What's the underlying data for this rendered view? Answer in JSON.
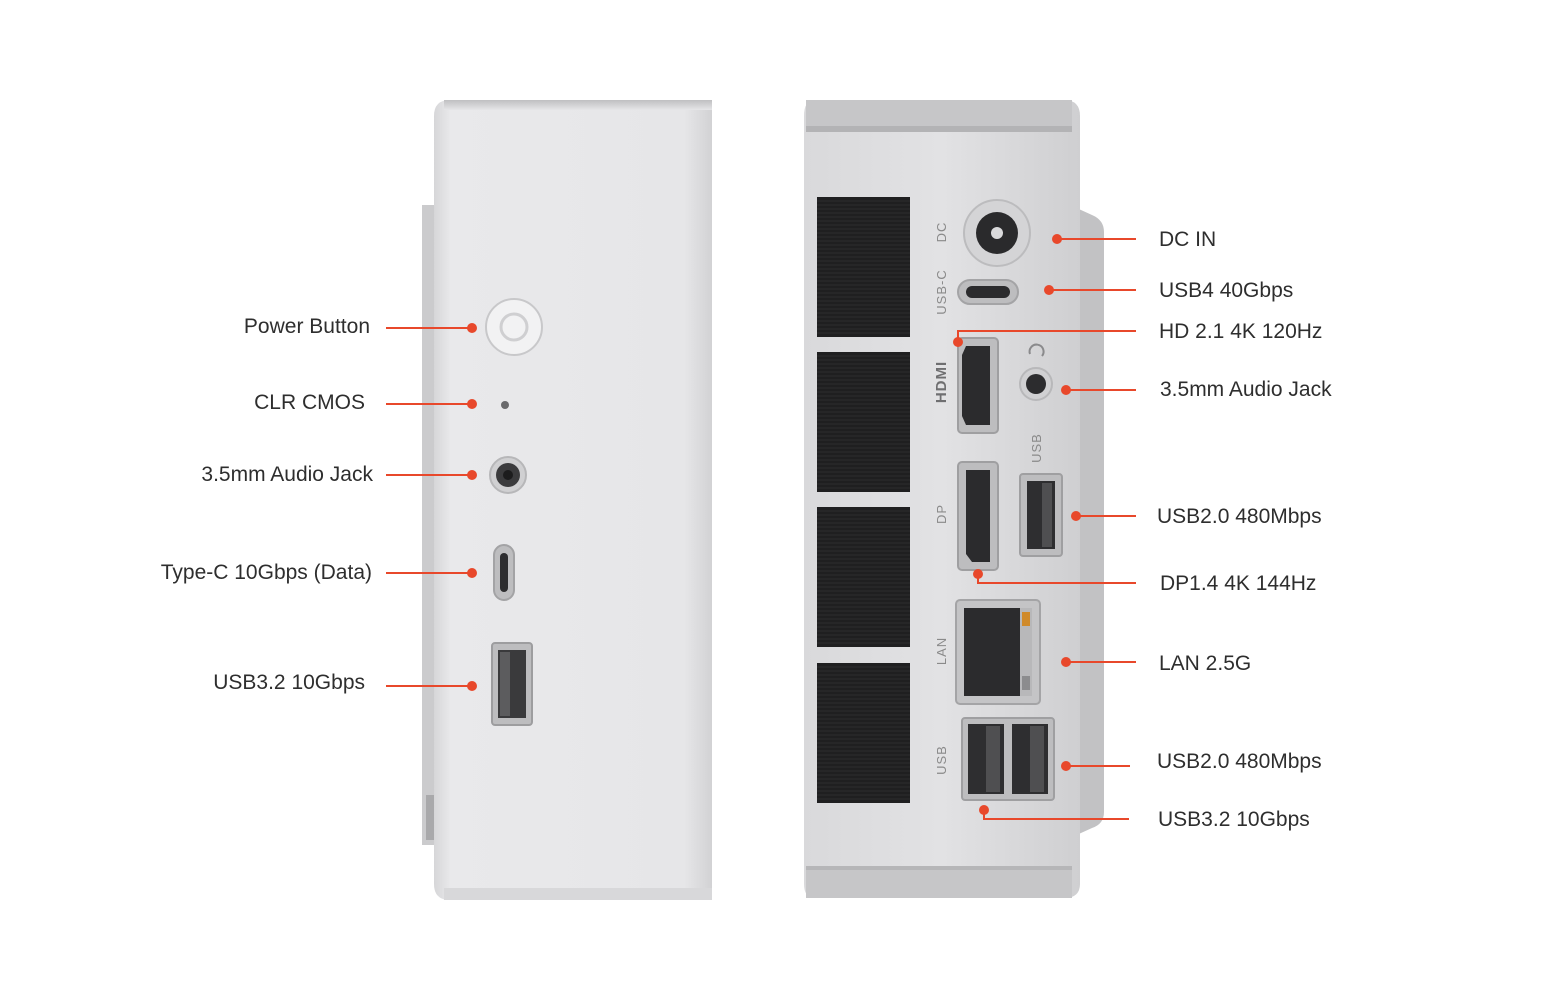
{
  "front_panel": {
    "labels": [
      {
        "id": "power-button",
        "text": "Power Button"
      },
      {
        "id": "clr-cmos",
        "text": "CLR CMOS"
      },
      {
        "id": "audio-jack",
        "text": "3.5mm Audio Jack"
      },
      {
        "id": "type-c",
        "text": "Type-C 10Gbps (Data)"
      },
      {
        "id": "usb32",
        "text": "USB3.2 10Gbps"
      }
    ]
  },
  "rear_panel": {
    "labels": [
      {
        "id": "dc-in",
        "text": "DC IN"
      },
      {
        "id": "usb4",
        "text": "USB4 40Gbps"
      },
      {
        "id": "hdmi",
        "text": "HD 2.1 4K 120Hz"
      },
      {
        "id": "audio-jack",
        "text": "3.5mm Audio Jack"
      },
      {
        "id": "usb20-top",
        "text": "USB2.0 480Mbps"
      },
      {
        "id": "dp",
        "text": "DP1.4 4K 144Hz"
      },
      {
        "id": "lan",
        "text": "LAN 2.5G"
      },
      {
        "id": "usb20-bottom",
        "text": "USB2.0 480Mbps"
      },
      {
        "id": "usb32-bottom",
        "text": "USB3.2 10Gbps"
      }
    ],
    "port_markings": {
      "dc": "DC",
      "usbc": "USB-C",
      "hdmi": "HDMI",
      "usb_top": "USB",
      "dp": "DP",
      "lan": "LAN",
      "usb_bottom": "USB"
    }
  },
  "colors": {
    "leader": "#e8482b",
    "chassis": "#e4e4e6",
    "text": "#2e2e2e"
  }
}
